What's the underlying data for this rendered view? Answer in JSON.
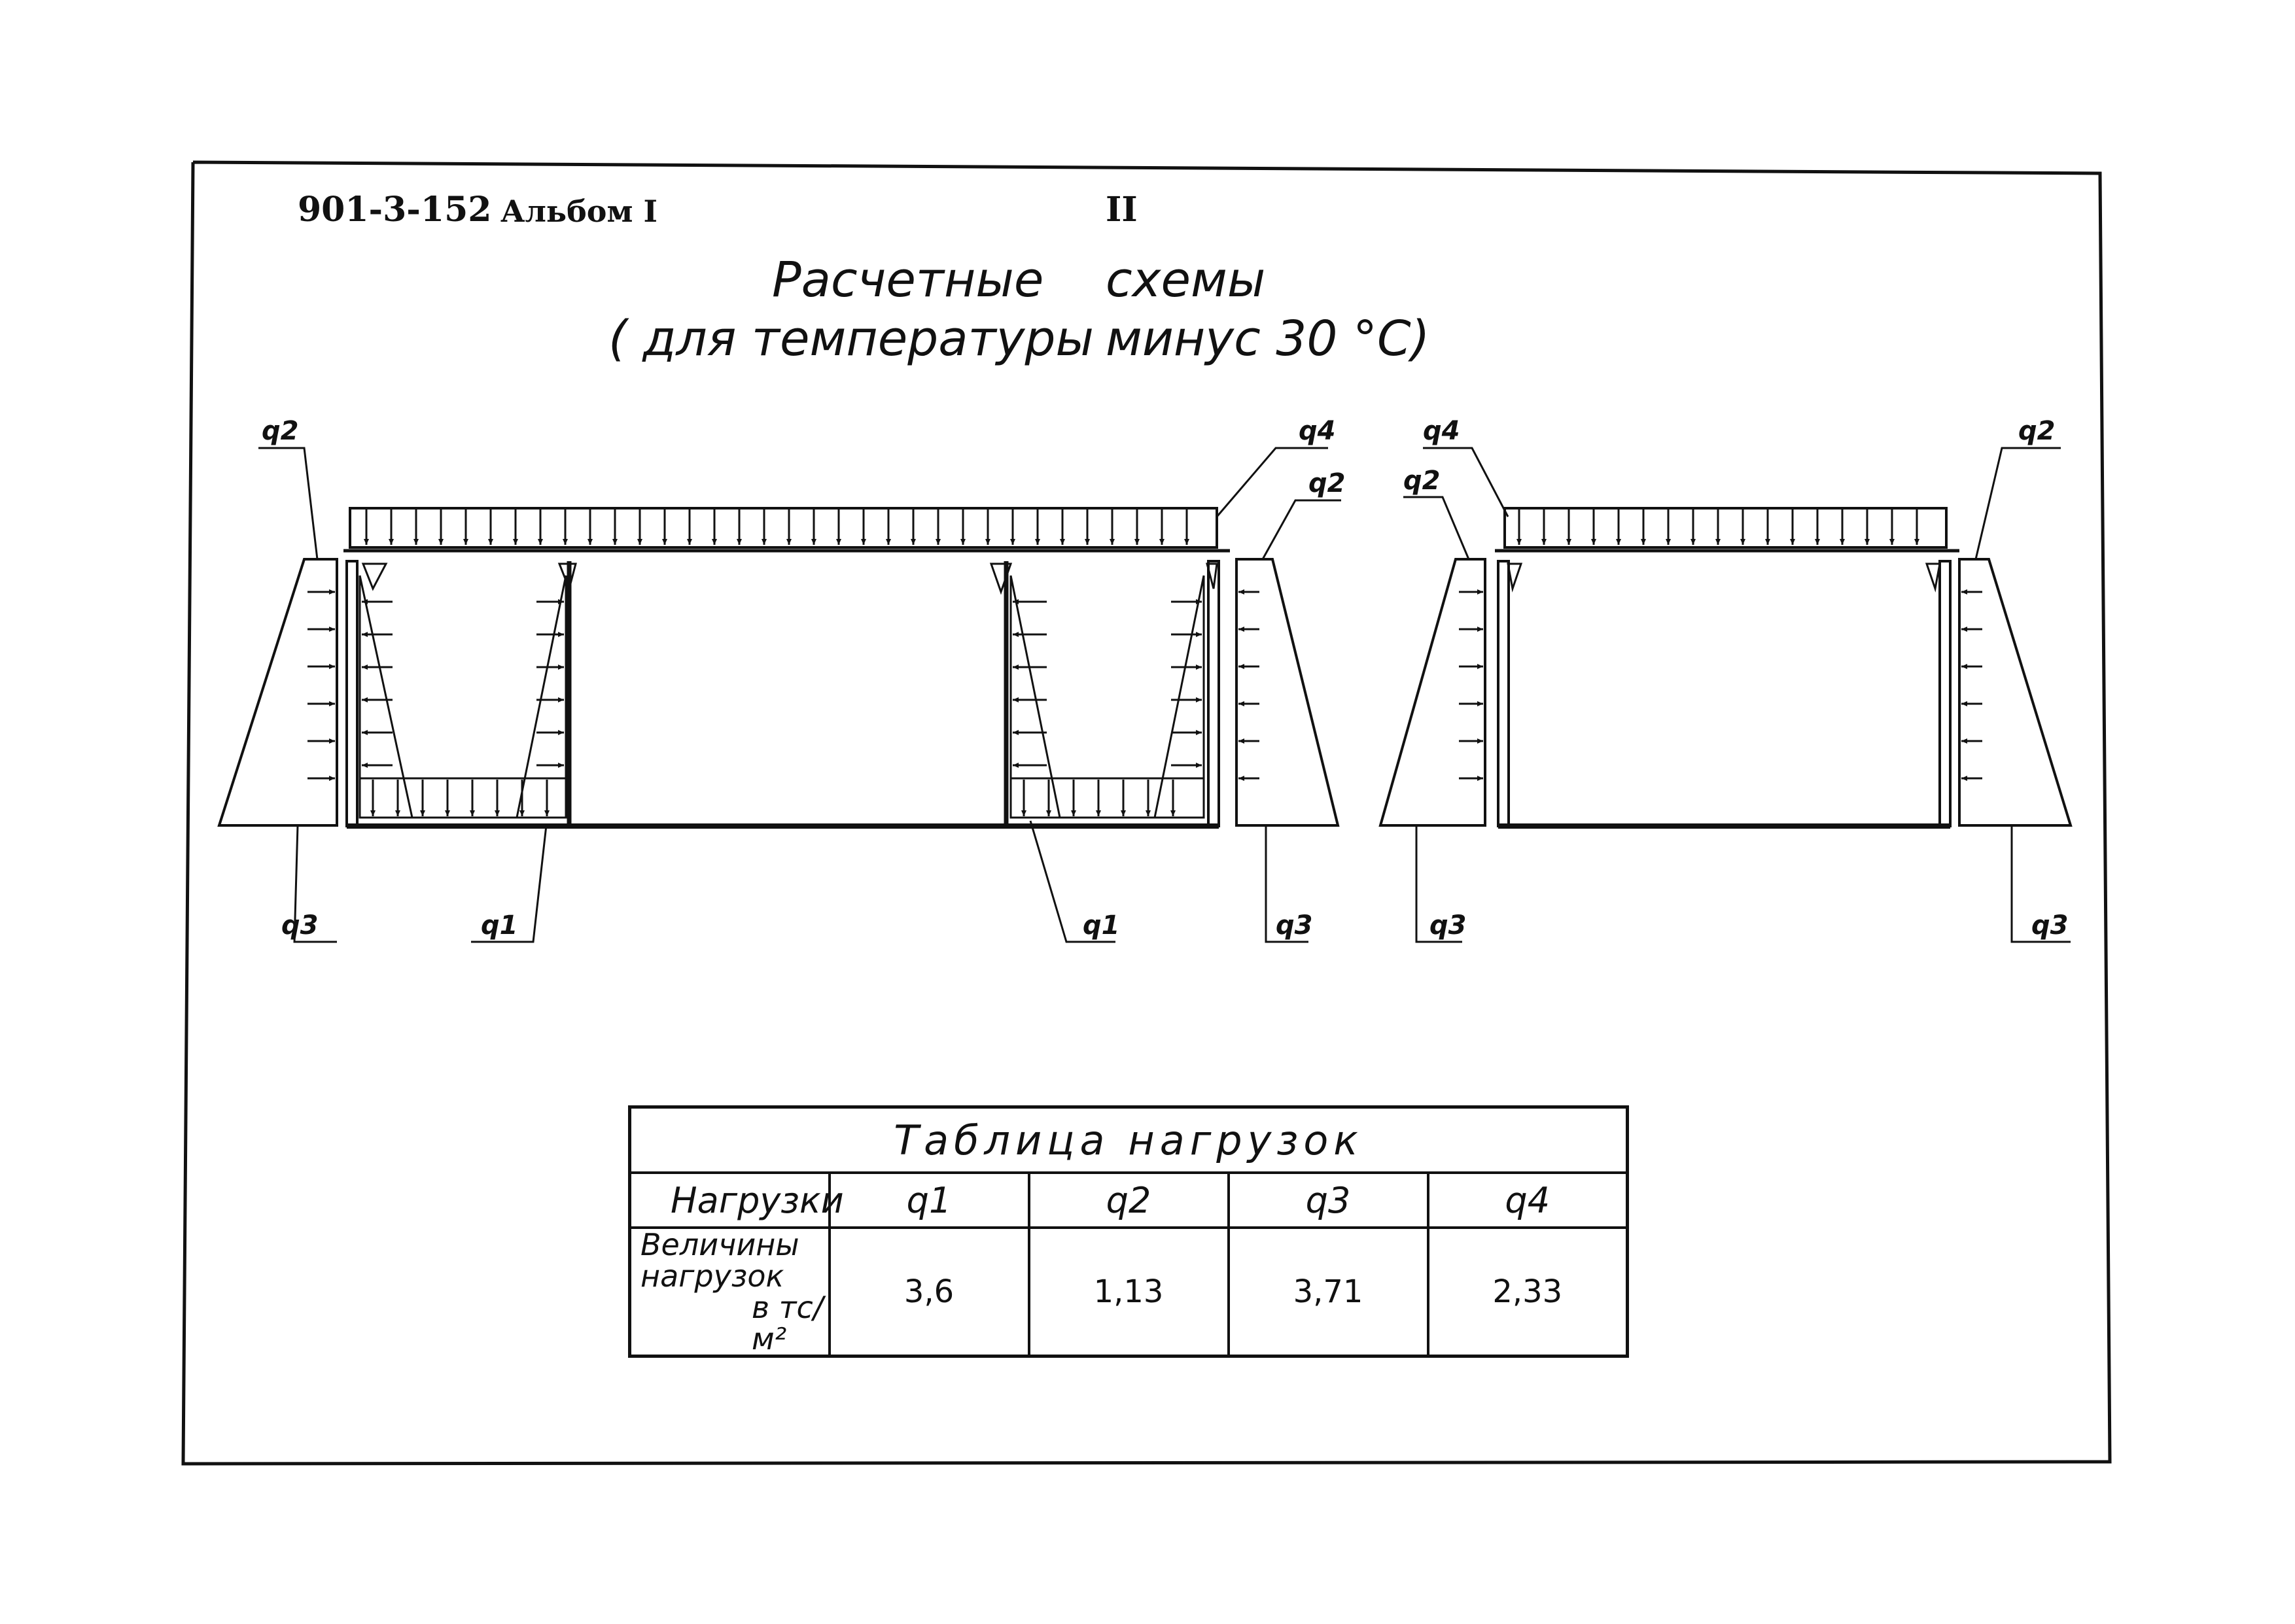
{
  "header": {
    "doc_code": "901-3-152",
    "album": "Альбом I",
    "sheet_no": "II"
  },
  "title": {
    "line1_a": "Расчетные",
    "line1_b": "схемы",
    "line2_a": "( для температуры",
    "line2_b": "минус 30 °С)"
  },
  "labels": {
    "q1": "q1",
    "q2": "q2",
    "q3": "q3",
    "q4": "q4"
  },
  "table": {
    "title": "Таблица нагрузок",
    "row1_label": "Нагрузки",
    "row2_label_line1": "Величины нагрузок",
    "row2_label_line2": "в тс/м²",
    "columns": [
      "q1",
      "q2",
      "q3",
      "q4"
    ],
    "values": [
      "3,6",
      "1,13",
      "3,71",
      "2,33"
    ]
  },
  "colors": {
    "ink": "#111111",
    "paper": "#ffffff"
  }
}
